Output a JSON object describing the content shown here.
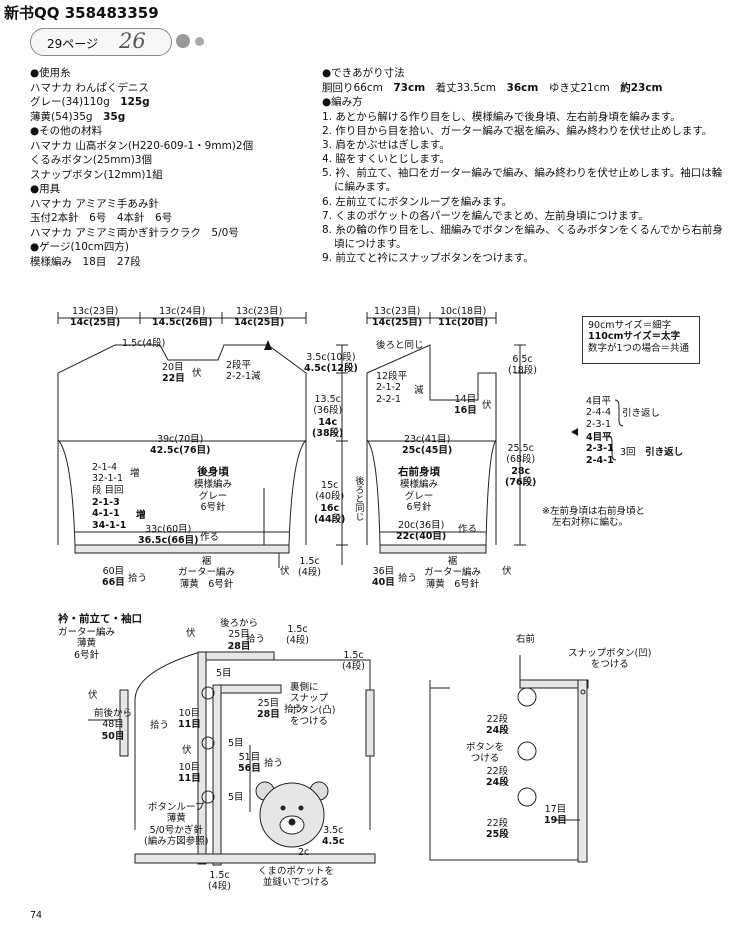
{
  "header": {
    "title": "新书QQ 358483359",
    "page_label": "29ページ",
    "page_number": "26"
  },
  "materials": {
    "yarn_head": "●使用糸",
    "yarn_brand": "ハマナカ わんぱくデニス",
    "grey_label": "グレー(34)110g",
    "grey_bold": "125g",
    "light_yellow_label": "薄黄(54)35g",
    "light_yellow_bold": "35g",
    "other_head": "●その他の材料",
    "button1": "ハマナカ 山高ボタン(H220-609-1・9mm)2個",
    "button2": "くるみボタン(25mm)3個",
    "snap": "スナップボタン(12mm)1組",
    "tools_head": "●用具",
    "tools1": "ハマナカ アミアミ手あみ針",
    "tools2": "玉付2本針　6号　4本針　6号",
    "tools3": "ハマナカ アミアミ両かぎ針ラクラク　5/0号",
    "gauge_head": "●ゲージ(10cm四方)",
    "gauge": "模様編み　18目　27段"
  },
  "finished": {
    "head": "●できあがり寸法",
    "bust": "胴回り66cm",
    "bust_bold": "73cm",
    "length": "着丈33.5cm",
    "length_bold": "36cm",
    "sleeve": "ゆき丈21cm",
    "sleeve_bold": "約23cm"
  },
  "method": {
    "head": "●編み方",
    "steps": [
      "1. あとから解ける作り目をし、模様編みで後身頃、左右前身頃を編みます。",
      "2. 作り目から目を拾い、ガーター編みで裾を編み、編み終わりを伏せ止めします。",
      "3. 肩をかぶせはぎします。",
      "4. 脇をすくいとじします。",
      "5. 衿、前立て、袖口をガーター編みで編み、編み終わりを伏せ止めします。袖口は輪に編みます。",
      "6. 左前立てにボタンループを編みます。",
      "7. くまのポケットの各パーツを編んでまとめ、左前身頃につけます。",
      "8. 糸の輪の作り目をし、細編みでボタンを編み、くるみボタンをくるんでから右前身頃につけます。",
      "9. 前立てと衿にスナップボタンをつけます。"
    ]
  },
  "size_box": {
    "line1": "90cmサイズ＝細字",
    "line2": "110cmサイズ＝太字",
    "line3": "数字が1つの場合＝共通"
  },
  "back": {
    "top1": "13c(23目)",
    "top1b": "14c(25目)",
    "top2": "13c(24目)",
    "top2b": "14.5c(26目)",
    "top3": "13c(23目)",
    "top3b": "14c(25目)",
    "neck": "1.5c(4段)",
    "neck_sts": "20目",
    "neck_sts_b": "22目",
    "fuse": "伏",
    "dec_label": "2段平",
    "dec": "2-2-1減",
    "width": "39c(70目)",
    "width_b": "42.5c(76目)",
    "inc1": "2-1-4",
    "inc2": "32-1-1",
    "inc3": "段 目回",
    "inc_word": "増",
    "inc4": "2-1-3",
    "inc5": "4-1-1",
    "inc6": "34-1-1",
    "inc_word_b": "増",
    "title": "後身頃",
    "pattern": "模様編み",
    "color": "グレー",
    "needle": "6号針",
    "bottom": "33c(60目)",
    "bottom_b": "36.5c(66目)",
    "make": "作る",
    "pick": "60目",
    "pick_b": "66目",
    "pick_label": "拾う",
    "hem_label": "裾",
    "hem_stitch": "ガーター編み",
    "hem_color": "薄黄　6号針",
    "hem_h": "1.5c",
    "hem_h2": "(4段)",
    "fuse2": "伏"
  },
  "side": {
    "shoulder": "3.5c(10段)",
    "shoulder_b": "4.5c(12段)",
    "armhole": "13.5c",
    "armhole2": "(36段)",
    "armhole_b": "14c",
    "armhole_b2": "(38段)",
    "body": "15c",
    "body2": "(40段)",
    "body_b": "16c",
    "body_b2": "(44段)",
    "same1": "後ろと同じ",
    "same2": "後ろと同じ"
  },
  "front": {
    "top1": "13c(23目)",
    "top1b": "14c(25目)",
    "top2": "10c(18目)",
    "top2b": "11c(20目)",
    "same": "後ろと同じ",
    "dec_flat": "12段平",
    "dec1": "2-1-2",
    "dec2": "2-2-1",
    "dec_word": "減",
    "neck_sts": "14目",
    "neck_sts_b": "16目",
    "fuse": "伏",
    "right_h": "6.5c",
    "right_h2": "(18段)",
    "total_h": "25.5c",
    "total_h2": "(68段)",
    "total_h_b": "28c",
    "total_h_b2": "(76段)",
    "width": "23c(41目)",
    "width_b": "25c(45目)",
    "title": "右前身頃",
    "pattern": "模様編み",
    "color": "グレー",
    "needle": "6号針",
    "bottom": "20c(36目)",
    "bottom_b": "22c(40目)",
    "make": "作る",
    "pick": "36目",
    "pick_b": "40目",
    "pick_label": "拾う",
    "hem_label": "裾",
    "hem_stitch": "ガーター編み",
    "hem_color": "薄黄　6号針",
    "fuse2": "伏"
  },
  "shaping": {
    "flat": "4目平",
    "r1": "2-4-4",
    "r2": "2-3-1",
    "turn": "引き返し",
    "flat_b": "4目平",
    "r1_b": "2-3-1",
    "r2_b": "2-4-1",
    "times_b": "3回",
    "turn_b": "引き返し",
    "note1": "※左前身頃は右前身頃と",
    "note2": "左右対称に編む。"
  },
  "collar": {
    "title": "衿・前立て・袖口",
    "stitch": "ガーター編み",
    "color": "薄黄",
    "needle": "6号針",
    "fuse_top": "伏",
    "back_from": "後ろから",
    "back_sts": "25目",
    "back_sts_b": "28目",
    "back_pick": "拾う",
    "top_h": "1.5c",
    "top_h2": "(4段)",
    "sleeve_h": "1.5c",
    "sleeve_h2": "(4段)",
    "st5a": "5目",
    "st5b": "5目",
    "st5c": "5目",
    "side_fuse": "伏",
    "sleeve_from": "前後から",
    "sleeve_sts": "48目",
    "sleeve_sts_b": "50目",
    "sleeve_pick": "拾う",
    "st10a": "10目",
    "st11a": "11目",
    "st10b": "10目",
    "st11b": "11目",
    "fuse_mid": "伏",
    "snap_back1": "裏側に",
    "snap_back2": "スナップ",
    "snap_back3": "ボタン(凸)",
    "snap_back4": "をつける",
    "st25": "25目",
    "st28": "28目",
    "pick25": "拾う",
    "st51": "51目",
    "st56": "56目",
    "pick51": "拾う",
    "loop1": "ボタンループ",
    "loop2": "薄黄",
    "loop3": "5/0号かぎ針",
    "loop4": "(編み方図参照)",
    "pocket_h": "3.5c",
    "pocket_h_b": "4.5c",
    "pocket_w": "2c",
    "bottom_h": "1.5c",
    "bottom_h2": "(4段)",
    "pocket1": "くまのポケットを",
    "pocket2": "並縫いでつける"
  },
  "right_front": {
    "label": "右前",
    "snap1": "スナップボタン(凹)",
    "snap2": "をつける",
    "r22a": "22段",
    "r24a": "24段",
    "btn1": "ボタンを",
    "btn2": "つける",
    "r22b": "22段",
    "r24b": "24段",
    "r22c": "22段",
    "r25": "25段",
    "st17": "17目",
    "st19": "19目"
  },
  "page": {
    "number": "74"
  }
}
